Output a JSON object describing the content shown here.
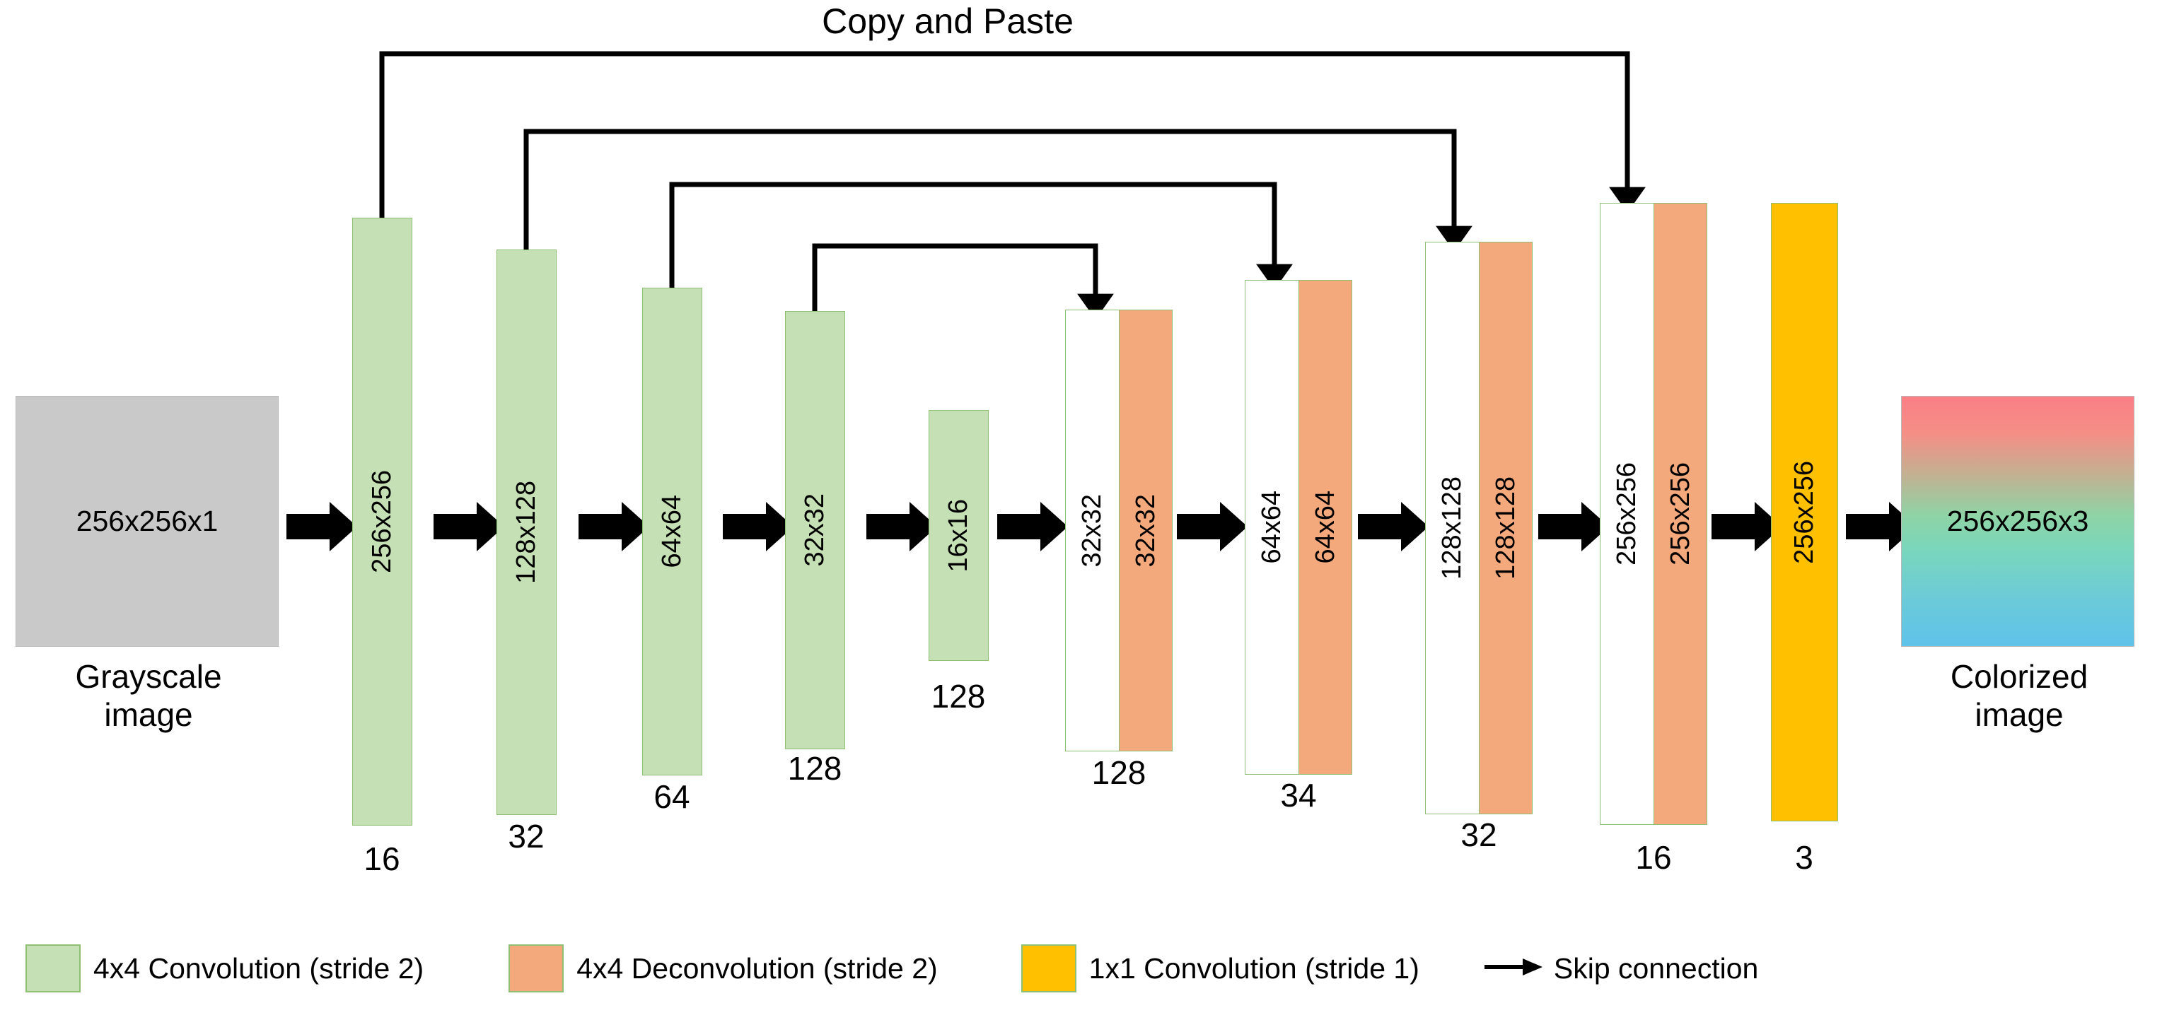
{
  "diagram": {
    "title": "Copy and Paste",
    "input": {
      "label": "256x256x1",
      "caption_line1": "Grayscale",
      "caption_line2": "image"
    },
    "output": {
      "label": "256x256x3",
      "caption_line1": "Colorized",
      "caption_line2": "image"
    },
    "colors": {
      "convolution": "#c5e0b4",
      "deconvolution": "#f4a97c",
      "pointwise_convolution": "#ffc000",
      "border": "#8fbf72",
      "grayscale": "#c9c9c9",
      "arrow": "#000000"
    },
    "layers": [
      {
        "id": "enc1",
        "type": "conv",
        "size": "256x256",
        "channels": "16",
        "halves": [
          "green"
        ]
      },
      {
        "id": "enc2",
        "type": "conv",
        "size": "128x128",
        "channels": "32",
        "halves": [
          "green"
        ]
      },
      {
        "id": "enc3",
        "type": "conv",
        "size": "64x64",
        "channels": "64",
        "halves": [
          "green"
        ]
      },
      {
        "id": "enc4",
        "type": "conv",
        "size": "32x32",
        "channels": "128",
        "halves": [
          "green"
        ]
      },
      {
        "id": "enc5",
        "type": "conv",
        "size": "16x16",
        "channels": "128",
        "halves": [
          "green"
        ]
      },
      {
        "id": "dec1",
        "type": "deconv",
        "size_left": "32x32",
        "size_right": "32x32",
        "channels": "128",
        "halves": [
          "white",
          "orange"
        ]
      },
      {
        "id": "dec2",
        "type": "deconv",
        "size_left": "64x64",
        "size_right": "64x64",
        "channels": "34",
        "halves": [
          "white",
          "orange"
        ]
      },
      {
        "id": "dec3",
        "type": "deconv",
        "size_left": "128x128",
        "size_right": "128x128",
        "channels": "32",
        "halves": [
          "white",
          "orange"
        ]
      },
      {
        "id": "dec4",
        "type": "deconv",
        "size_left": "256x256",
        "size_right": "256x256",
        "channels": "16",
        "halves": [
          "white",
          "orange"
        ]
      },
      {
        "id": "out",
        "type": "conv1x1",
        "size": "256x256",
        "channels": "3",
        "halves": [
          "yellow"
        ]
      }
    ],
    "skip_connections": [
      {
        "from": "enc1",
        "to": "dec4"
      },
      {
        "from": "enc2",
        "to": "dec3"
      },
      {
        "from": "enc3",
        "to": "dec2"
      },
      {
        "from": "enc4",
        "to": "dec1"
      }
    ],
    "legend": [
      {
        "swatch": "green",
        "label": "4x4 Convolution (stride 2)"
      },
      {
        "swatch": "orange",
        "label": "4x4 Deconvolution  (stride 2)"
      },
      {
        "swatch": "yellow",
        "label": "1x1 Convolution (stride 1)"
      },
      {
        "swatch": "arrow",
        "label": "Skip connection"
      }
    ]
  }
}
